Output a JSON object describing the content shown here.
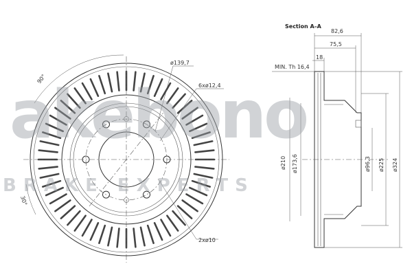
{
  "watermark": {
    "brand": "akebono",
    "tagline": "BRAKE EXPERTS"
  },
  "front_view": {
    "labels": {
      "pcd": "ø139,7",
      "bolt_holes": "6xø12,4",
      "aux_holes": "2xø10",
      "angle_90": "90°",
      "angle_30": "30°"
    },
    "bolt_hole_count": 6,
    "aux_hole_count": 2,
    "vent_slot_count": 60
  },
  "section_view": {
    "title": "Section A–A",
    "labels": {
      "overall_height": "82,6",
      "hat_height": "75,5",
      "thickness": "18",
      "min_thickness": "MIN. Th 16,4",
      "d210": "ø210",
      "d173": "ø173,6",
      "d96": "ø96,3",
      "d225": "ø225",
      "d324": "ø324"
    }
  }
}
